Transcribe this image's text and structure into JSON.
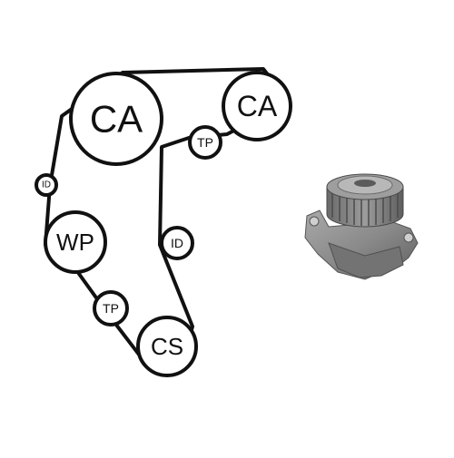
{
  "diagram": {
    "pulleys": [
      {
        "id": "cam-left",
        "label": "CA"
      },
      {
        "id": "cam-right",
        "label": "CA"
      },
      {
        "id": "tensioner-top",
        "label": "TP"
      },
      {
        "id": "idler-left",
        "label": "ID"
      },
      {
        "id": "water-pump",
        "label": "WP"
      },
      {
        "id": "idler-right",
        "label": "ID"
      },
      {
        "id": "tensioner-bottom",
        "label": "TP"
      },
      {
        "id": "crankshaft",
        "label": "CS"
      }
    ]
  },
  "colors": {
    "line": "#111111",
    "pump_body": "#8a8a8a",
    "pump_dark": "#5a5a5a",
    "pump_light": "#b5b5b5"
  },
  "product_image": {
    "subject": "water-pump-photo"
  }
}
